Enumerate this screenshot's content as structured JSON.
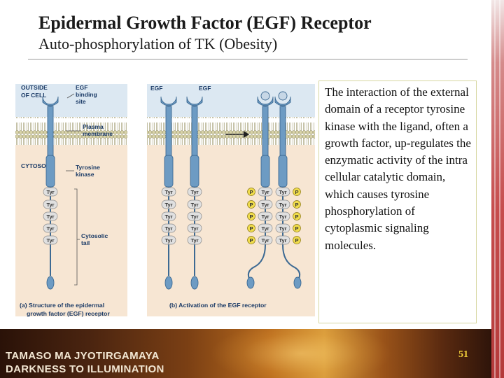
{
  "slide": {
    "title": "Epidermal Growth Factor (EGF) Receptor",
    "subtitle": "Auto-phosphorylation of TK (Obesity)",
    "body_text": "The interaction of the external domain of a receptor tyrosine kinase with the ligand, often a growth factor, up-regulates the enzymatic activity of the intra cellular catalytic domain, which causes tyrosine phosphorylation of cytoplasmic signaling molecules.",
    "slide_number": "51"
  },
  "footer": {
    "line1": "TAMASO MA JYOTIRGAMAYA",
    "line2": "DARKNESS TO ILLUMINATION"
  },
  "figure": {
    "labels": {
      "outside_1": "OUTSIDE",
      "outside_2": "OF CELL",
      "egf_binding_1": "EGF",
      "egf_binding_2": "binding",
      "egf_binding_3": "site",
      "plasma_1": "Plasma",
      "plasma_2": "membrane",
      "cytosol": "CYTOSOL",
      "tyrosine_1": "Tyrosine",
      "tyrosine_2": "kinase",
      "cytosolic_1": "Cytosolic",
      "cytosolic_2": "tail",
      "egf_left": "EGF",
      "egf_right": "EGF",
      "caption_a_1": "(a) Structure of the epidermal",
      "caption_a_2": "growth factor (EGF) receptor",
      "caption_b": "(b) Activation of the EGF receptor"
    },
    "tyr_label": "Tyr",
    "p_label": "P",
    "colors": {
      "outside": "#dce8f2",
      "cytosol": "#f7e6d3",
      "membrane_head": "#d8d3a8",
      "membrane_tail": "#c9c39a",
      "receptor_fill": "#6d9bc3",
      "receptor_stroke": "#3d6a93",
      "tyr_fill": "#e0e0e0",
      "phosphate_fill": "#f0dc4c",
      "bracket": "#555555"
    }
  }
}
